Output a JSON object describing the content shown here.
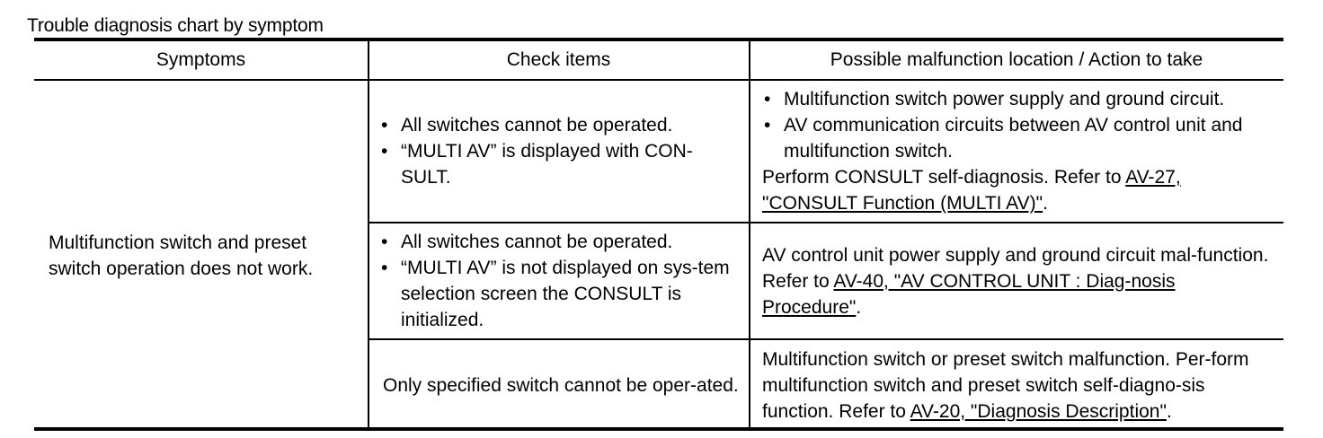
{
  "title": "Trouble diagnosis chart by symptom",
  "headers": {
    "symptoms": "Symptoms",
    "check_items": "Check items",
    "action": "Possible malfunction location / Action to take"
  },
  "symptom": "Multifunction switch and preset switch operation does not work.",
  "rows": [
    {
      "checks": [
        "All switches cannot be operated.",
        "“MULTI AV” is displayed with CON-SULT."
      ],
      "action_bullets": [
        "Multifunction switch power supply and ground circuit.",
        "AV communication circuits between AV control unit and multifunction switch."
      ],
      "action_prefix": "Perform CONSULT self-diagnosis. Refer to ",
      "action_ref": "AV-27, \"CONSULT Function (MULTI AV)\"",
      "action_suffix": "."
    },
    {
      "checks": [
        "All switches cannot be operated.",
        "“MULTI AV” is not displayed on sys-tem selection screen the CONSULT is initialized."
      ],
      "action_prefix": "AV control unit power supply and ground circuit mal-function. Refer to ",
      "action_ref": "AV-40, \"AV CONTROL UNIT : Diag-nosis Procedure\"",
      "action_suffix": "."
    },
    {
      "check_text": "Only specified switch cannot be oper-ated.",
      "action_prefix": "Multifunction switch or preset switch malfunction. Per-form multifunction switch and preset switch self-diagno-sis function. Refer to ",
      "action_ref": "AV-20, \"Diagnosis Description\"",
      "action_suffix": "."
    }
  ]
}
